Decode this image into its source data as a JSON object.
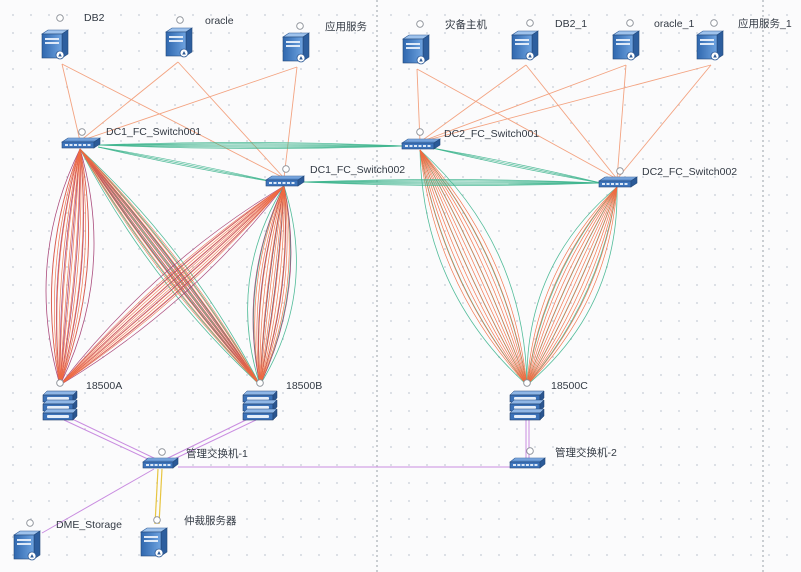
{
  "nodes": {
    "db2": "DB2",
    "oracle": "oracle",
    "app": "应用服务",
    "dr_host": "灾备主机",
    "db2_1": "DB2_1",
    "oracle_1": "oracle_1",
    "app_1": "应用服务_1",
    "dc1_sw1": "DC1_FC_Switch001",
    "dc1_sw2": "DC1_FC_Switch002",
    "dc2_sw1": "DC2_FC_Switch001",
    "dc2_sw2": "DC2_FC_Switch002",
    "s18500a": "18500A",
    "s18500b": "18500B",
    "s18500c": "18500C",
    "mgmt_sw1": "管理交换机-1",
    "mgmt_sw2": "管理交换机-2",
    "dme": "DME_Storage",
    "arbiter": "仲裁服务器"
  },
  "colors": {
    "host_link": "#f3a381",
    "fc_orange": "#f26a3f",
    "fc_green": "#3fb58e",
    "fc_purple": "#a2386f",
    "mgmt_link": "#c98ce0",
    "arbiter_link": "#e7c541",
    "device_blue": "#3f78c0"
  },
  "icons": {
    "server": "server-icon",
    "fc_switch": "fc-switch-icon",
    "storage": "storage-array-icon",
    "status": "status-dot-icon"
  }
}
